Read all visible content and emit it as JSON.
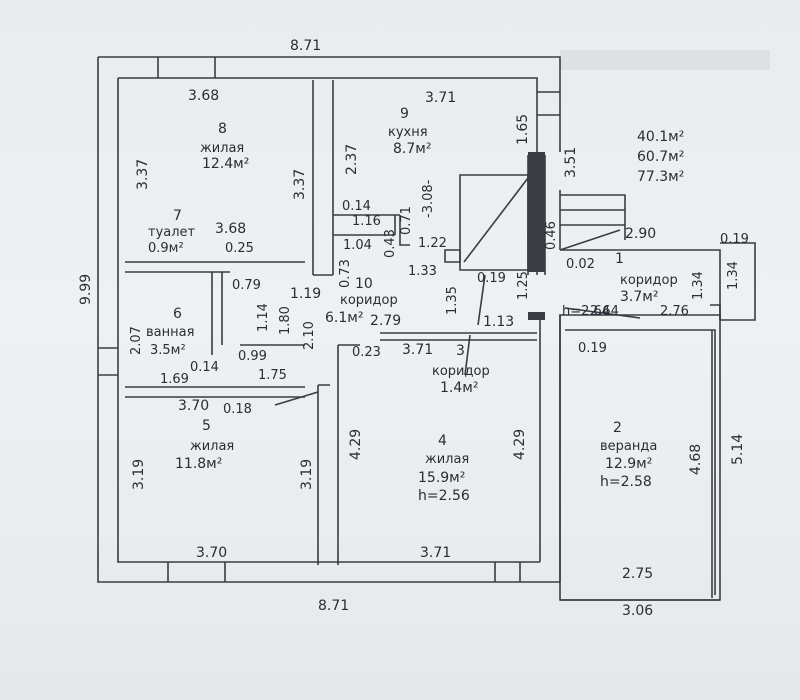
{
  "summary": {
    "living_area": "40.1м²",
    "total_area": "60.7м²",
    "full_area": "77.3м²"
  },
  "overall_dims": {
    "top_width": "8.71",
    "bottom_width": "8.71",
    "left_height": "9.99",
    "veranda_bottom": "3.06",
    "veranda_right": "5.14"
  },
  "rooms": [
    {
      "number": "1",
      "name": "коридор",
      "area": "3.7м²"
    },
    {
      "number": "2",
      "name": "веранда",
      "area": "12.9м²",
      "height": "h=2.58"
    },
    {
      "number": "3",
      "name": "коридор",
      "area": "1.4м²"
    },
    {
      "number": "4",
      "name": "жилая",
      "area": "15.9м²",
      "height": "h=2.56"
    },
    {
      "number": "5",
      "name": "жилая",
      "area": "11.8м²"
    },
    {
      "number": "6",
      "name": "ванная",
      "area": "3.5м²"
    },
    {
      "number": "7",
      "name": "туалет",
      "area": "0.9м²"
    },
    {
      "number": "8",
      "name": "жилая",
      "area": "12.4м²"
    },
    {
      "number": "9",
      "name": "кухня",
      "area": "8.7м²"
    },
    {
      "number": "10",
      "name": "коридор",
      "area": "6.1м²"
    }
  ],
  "extra_labels": {
    "corridor1_height": "h=2.64"
  },
  "dimensions": [
    "3.68",
    "3.71",
    "3.37",
    "3.37",
    "2.37",
    "1.65",
    "3.51",
    "-3.08-",
    "0.14",
    "1.16",
    "0.71",
    "0.43",
    "1.04",
    "1.22",
    "0.73",
    "1.33",
    "0.19",
    "1.35",
    "1.25",
    "0.46",
    "0.02",
    "2.90",
    "0.19",
    "1.34",
    "1.34",
    "3.68",
    "0.25",
    "0.79",
    "1.14",
    "1.80",
    "1.19",
    "2.79",
    "1.13",
    "2.64",
    "2.76",
    "0.19",
    "2.07",
    "0.99",
    "0.14",
    "1.69",
    "1.75",
    "2.10",
    "0.23",
    "3.71",
    "3.70",
    "0.18",
    "4.29",
    "4.29",
    "3.19",
    "3.19",
    "4.68",
    "3.70",
    "3.71",
    "2.75"
  ]
}
